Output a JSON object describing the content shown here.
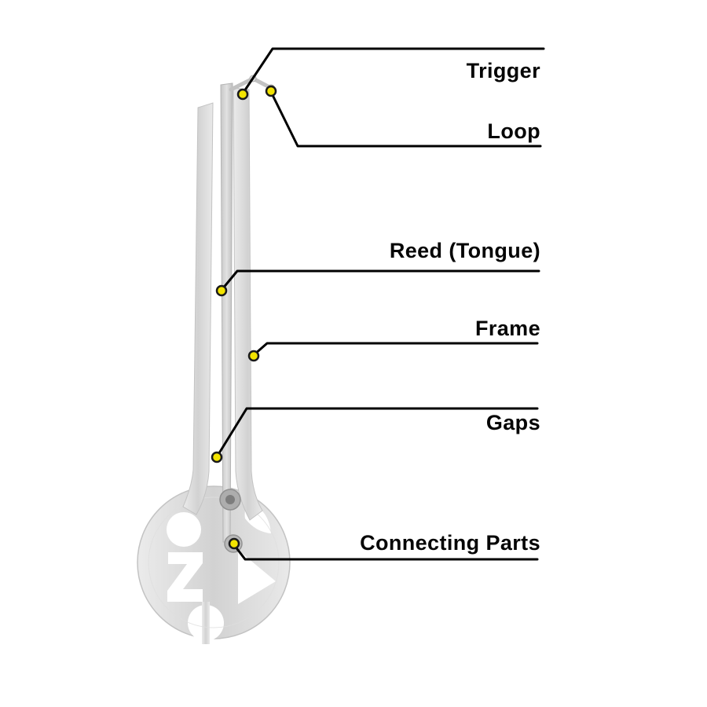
{
  "figure": {
    "type": "labeled-parts-diagram",
    "subject": "jaw harp (mouth harp) instrument with annotated parts",
    "labels": [
      {
        "id": "trigger",
        "text": "Trigger"
      },
      {
        "id": "loop",
        "text": "Loop"
      },
      {
        "id": "reed",
        "text": "Reed (Tongue)"
      },
      {
        "id": "frame",
        "text": "Frame"
      },
      {
        "id": "gaps",
        "text": "Gaps"
      },
      {
        "id": "connecting-parts",
        "text": "Connecting Parts"
      }
    ],
    "colors": {
      "background": "#ffffff",
      "callout_line": "#000000",
      "marker_fill": "#f2e300",
      "marker_ring": "#1a1a1a",
      "metal_light": "#ececec",
      "metal_mid": "#d4d4d4",
      "metal_dark": "#b9b9b9"
    }
  }
}
